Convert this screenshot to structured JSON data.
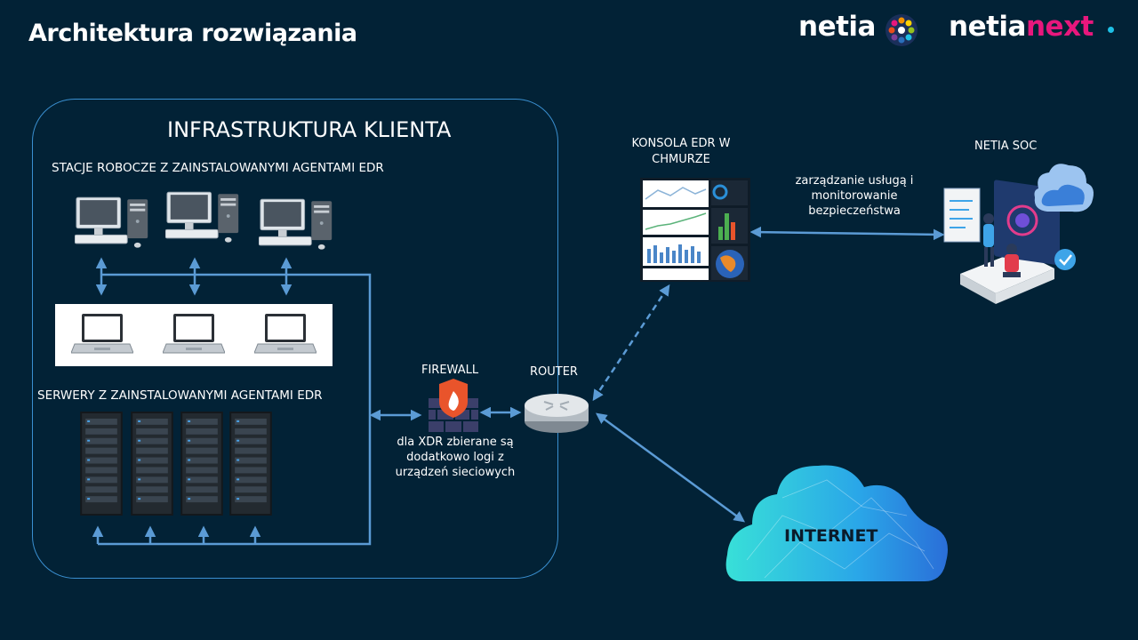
{
  "header": {
    "title": "Architektura rozwiązania",
    "logo_netia": "netia",
    "logo_netianext_a": "netia",
    "logo_netianext_b": "next"
  },
  "infrastructure": {
    "title": "INFRASTRUKTURA KLIENTA",
    "stations_label": "STACJE ROBOCZE Z ZAINSTALOWANYMI AGENTAMI EDR",
    "servers_label": "SERWERY Z ZAINSTALOWANYMI AGENTAMI EDR"
  },
  "network": {
    "firewall_label": "FIREWALL",
    "router_label": "ROUTER",
    "xdr_note": "dla XDR zbierane są dodatkowo logi z urządzeń sieciowych"
  },
  "edr_console": {
    "label": "KONSOLA EDR W CHMURZE"
  },
  "soc": {
    "label": "NETIA SOC",
    "management_note": "zarządzanie usługą i monitorowanie bezpieczeństwa"
  },
  "internet": {
    "label": "INTERNET"
  },
  "colors": {
    "background": "#022236",
    "connector": "#5b9bd5",
    "box_border": "#3a8fd0",
    "netianext_accent": "#e8177d",
    "firewall": "#e9542b"
  }
}
